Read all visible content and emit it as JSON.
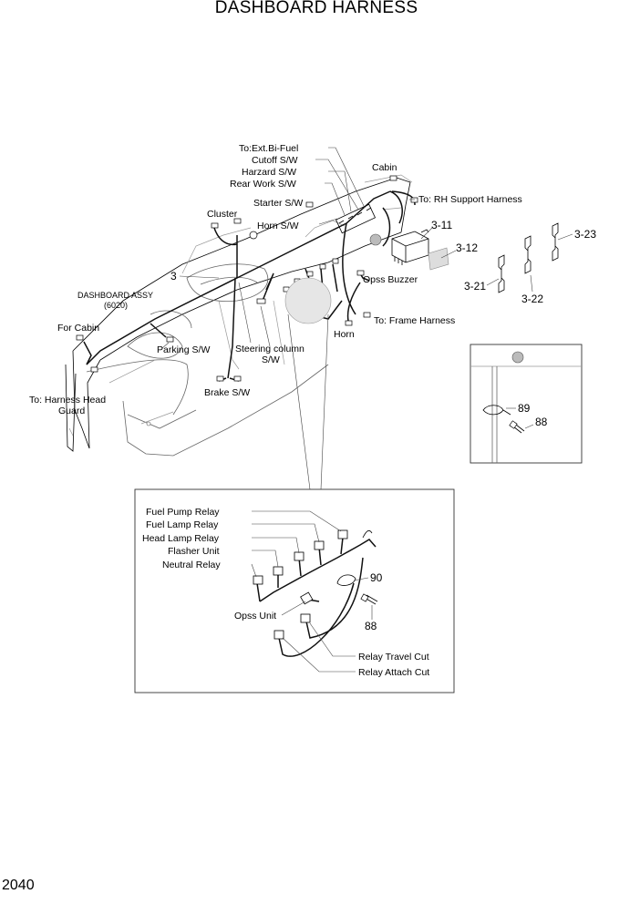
{
  "title": "DASHBOARD HARNESS",
  "page_number": "2040",
  "main_labels": {
    "ext_bifuel": "To:Ext.Bi-Fuel",
    "cutoff": "Cutoff S/W",
    "harzard": "Harzard S/W",
    "rear_work": "Rear Work S/W",
    "starter": "Starter S/W",
    "cluster": "Cluster",
    "horn_sw": "Horn S/W",
    "cabin": "Cabin",
    "rh_support": "To: RH Support Harness",
    "dashboard_assy_1": "DASHBOARD ASSY",
    "dashboard_assy_2": "(6020)",
    "for_cabin": "For Cabin",
    "parking": "Parking S/W",
    "steering_1": "Steering column",
    "steering_2": "S/W",
    "brake": "Brake S/W",
    "harness_head_1": "To: Harness Head",
    "harness_head_2": "Guard",
    "opss_buzzer": "Opss Buzzer",
    "frame_harness": "To: Frame Harness",
    "horn": "Horn"
  },
  "part_numbers": {
    "p3": "3",
    "p3_11": "3-11",
    "p3_12": "3-12",
    "p3_21": "3-21",
    "p3_22": "3-22",
    "p3_23": "3-23",
    "p89": "89",
    "p88_clamp": "88",
    "p90": "90",
    "p88_detail": "88"
  },
  "detail_labels": {
    "fuel_pump": "Fuel Pump Relay",
    "fuel_lamp": "Fuel Lamp Relay",
    "head_lamp": "Head Lamp Relay",
    "flasher": "Flasher Unit",
    "neutral": "Neutral Relay",
    "opss_unit": "Opss Unit",
    "travel_cut": "Relay Travel Cut",
    "attach_cut": "Relay Attach Cut"
  }
}
